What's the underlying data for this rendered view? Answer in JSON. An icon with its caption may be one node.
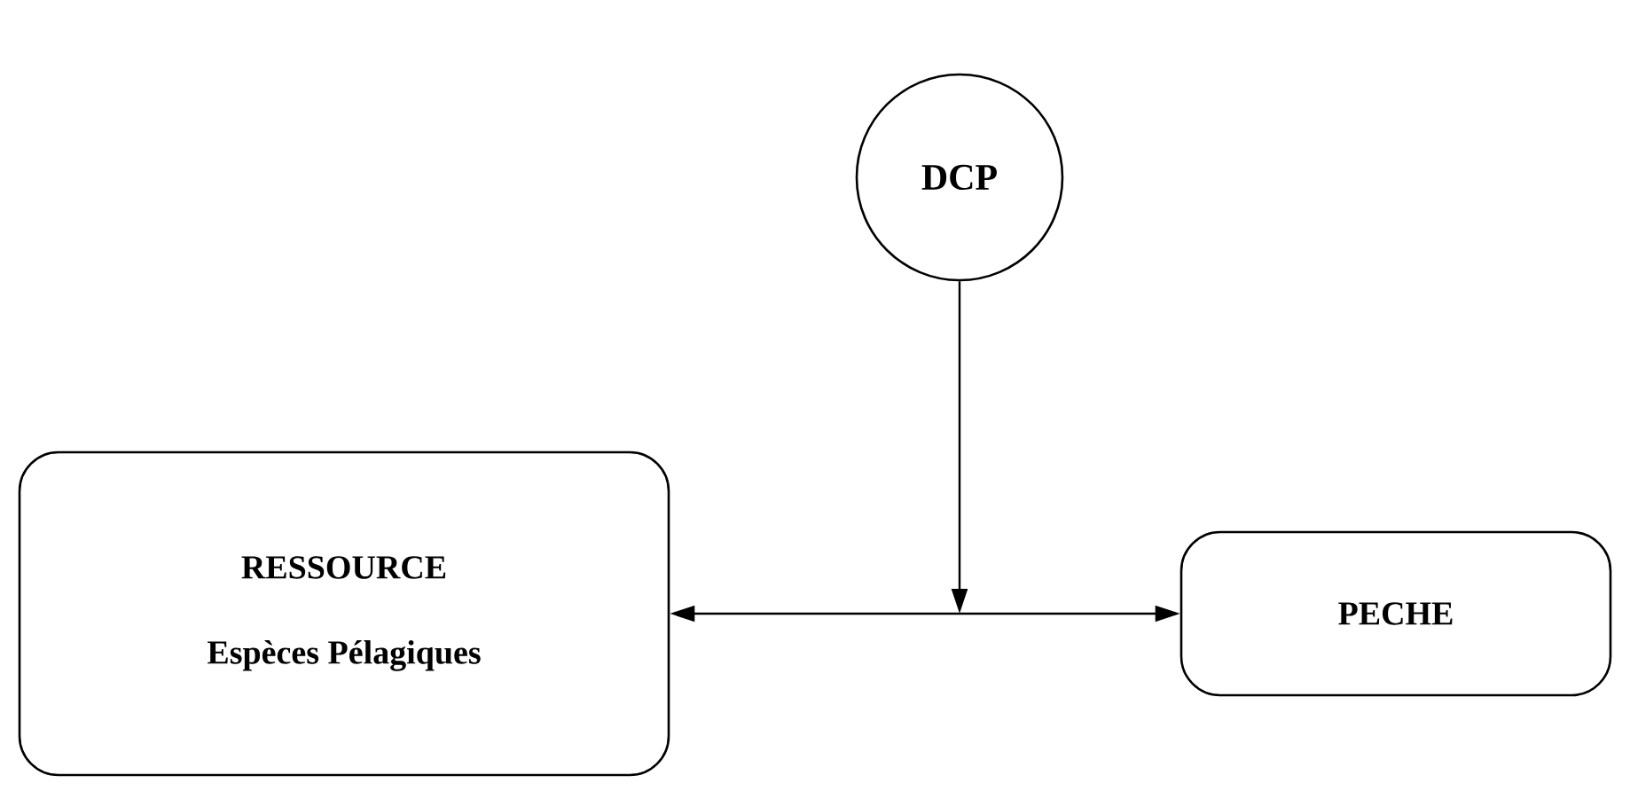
{
  "diagram": {
    "nodes": [
      {
        "text": [
          "DCP"
        ]
      },
      {
        "text": [
          "RESSOURCE",
          "Espèces Pélagiques"
        ]
      },
      {
        "text": [
          "PECHE"
        ]
      }
    ],
    "edges": [
      {
        "from": 1,
        "to": 2,
        "arrow": "both"
      },
      {
        "from": 0,
        "to": null,
        "arrow": "to"
      }
    ]
  }
}
